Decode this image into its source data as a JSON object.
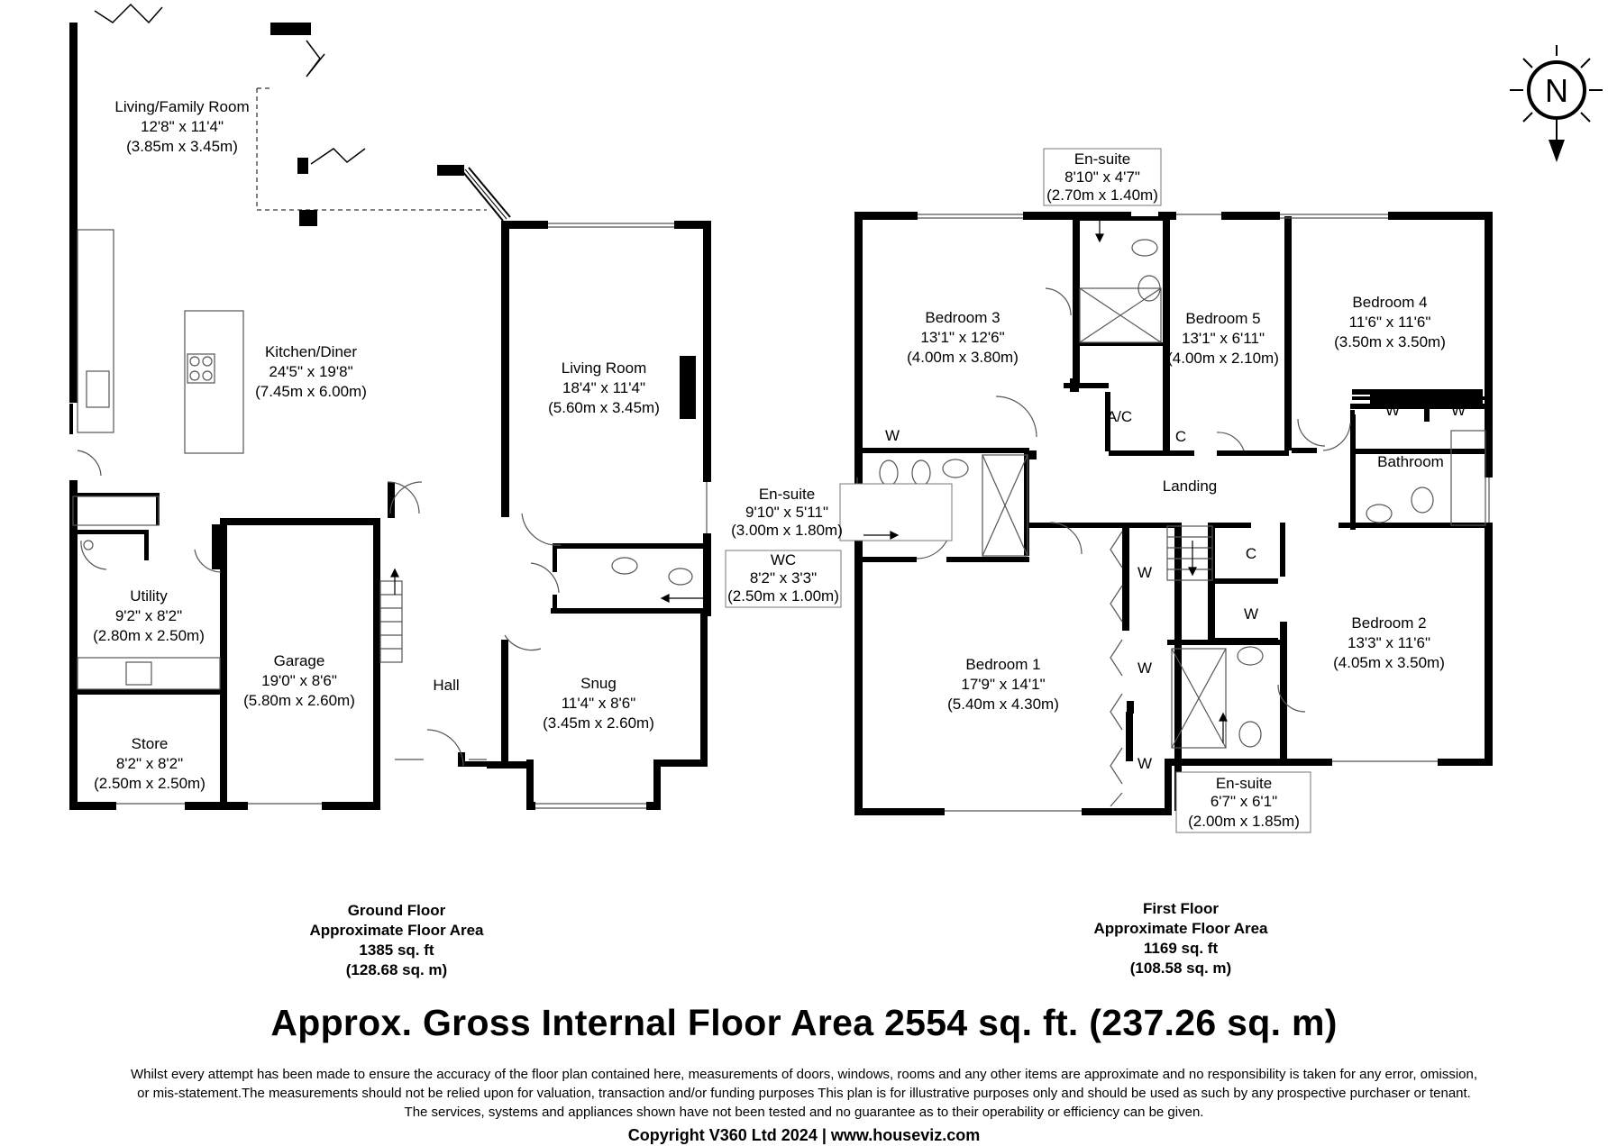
{
  "ground_floor": {
    "rooms": [
      {
        "id": "living-family-room",
        "name": "Living/Family Room",
        "imperial": "12'8\" x 11'4\"",
        "metric": "(3.85m x 3.45m)"
      },
      {
        "id": "kitchen-diner",
        "name": "Kitchen/Diner",
        "imperial": "24'5\" x 19'8\"",
        "metric": "(7.45m x 6.00m)"
      },
      {
        "id": "living-room",
        "name": "Living Room",
        "imperial": "18'4\" x 11'4\"",
        "metric": "(5.60m x 3.45m)"
      },
      {
        "id": "utility",
        "name": "Utility",
        "imperial": "9'2\" x 8'2\"",
        "metric": "(2.80m x 2.50m)"
      },
      {
        "id": "garage",
        "name": "Garage",
        "imperial": "19'0\" x 8'6\"",
        "metric": "(5.80m x 2.60m)"
      },
      {
        "id": "store",
        "name": "Store",
        "imperial": "8'2\" x 8'2\"",
        "metric": "(2.50m x 2.50m)"
      },
      {
        "id": "snug",
        "name": "Snug",
        "imperial": "11'4\" x 8'6\"",
        "metric": "(3.45m x 2.60m)"
      },
      {
        "id": "hall",
        "name": "Hall"
      }
    ],
    "callouts": [
      {
        "id": "wc",
        "name": "WC",
        "imperial": "8'2\" x 3'3\"",
        "metric": "(2.50m x 1.00m)"
      }
    ],
    "title": "Ground Floor",
    "area_label": "Approximate Floor Area",
    "area_sqft": "1385 sq. ft",
    "area_sqm": "(128.68 sq. m)"
  },
  "first_floor": {
    "rooms": [
      {
        "id": "bedroom-3",
        "name": "Bedroom 3",
        "imperial": "13'1\" x 12'6\"",
        "metric": "(4.00m x 3.80m)"
      },
      {
        "id": "bedroom-5",
        "name": "Bedroom 5",
        "imperial": "13'1\" x 6'11\"",
        "metric": "(4.00m x 2.10m)"
      },
      {
        "id": "bedroom-4",
        "name": "Bedroom 4",
        "imperial": "11'6\" x 11'6\"",
        "metric": "(3.50m x 3.50m)"
      },
      {
        "id": "bedroom-1",
        "name": "Bedroom 1",
        "imperial": "17'9\" x 14'1\"",
        "metric": "(5.40m x 4.30m)"
      },
      {
        "id": "bedroom-2",
        "name": "Bedroom 2",
        "imperial": "13'3\" x 11'6\"",
        "metric": "(4.05m x 3.50m)"
      },
      {
        "id": "landing",
        "name": "Landing"
      },
      {
        "id": "bathroom",
        "name": "Bathroom"
      },
      {
        "id": "airing-cupboard",
        "name": "A/C"
      }
    ],
    "callouts": [
      {
        "id": "ensuite-top",
        "name": "En-suite",
        "imperial": "8'10\" x 4'7\"",
        "metric": "(2.70m x 1.40m)"
      },
      {
        "id": "ensuite-left",
        "name": "En-suite",
        "imperial": "9'10\" x 5'11\"",
        "metric": "(3.00m x 1.80m)"
      },
      {
        "id": "ensuite-bottom",
        "name": "En-suite",
        "imperial": "6'7\" x 6'1\"",
        "metric": "(2.00m x 1.85m)"
      }
    ],
    "wardrobe_label": "W",
    "cupboard_label": "C",
    "title": "First Floor",
    "area_label": "Approximate Floor Area",
    "area_sqft": "1169 sq. ft",
    "area_sqm": "(108.58 sq. m)"
  },
  "compass": {
    "label": "N"
  },
  "gross_area": "Approx. Gross Internal Floor Area 2554 sq. ft. (237.26 sq. m)",
  "disclaimer": [
    "Whilst every attempt has been made to ensure the accuracy of the floor plan contained here, measurements of doors, windows, rooms and any other items are approximate and no responsibility is taken for any error, omission,",
    "or mis-statement.The measurements should not be relied upon for valuation, transaction and/or funding purposes This plan is for illustrative purposes only and should be used as such by any prospective purchaser or tenant.",
    "The services, systems and appliances shown have not been tested and no guarantee as to their operability or efficiency can be given."
  ],
  "copyright": "Copyright V360 Ltd 2024 | www.houseviz.com",
  "colors": {
    "wall": "#000000",
    "fixture": "#555555",
    "background": "#ffffff"
  }
}
